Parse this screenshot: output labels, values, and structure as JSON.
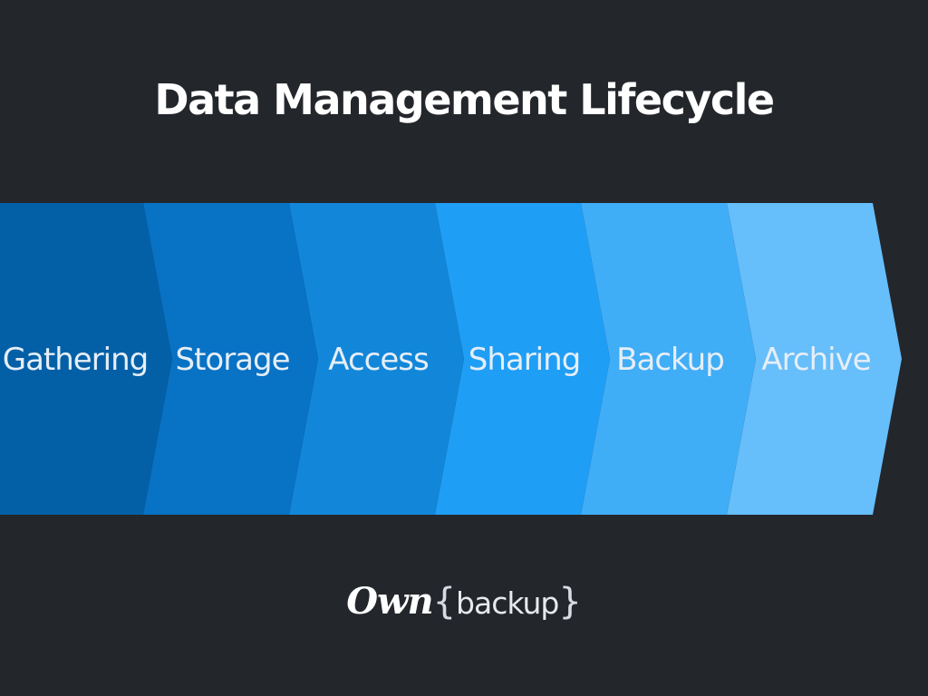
{
  "title": "Data Management Lifecycle",
  "stages": [
    {
      "label": "Gathering",
      "color": "#0360a7"
    },
    {
      "label": "Storage",
      "color": "#0872c5"
    },
    {
      "label": "Access",
      "color": "#1287da"
    },
    {
      "label": "Sharing",
      "color": "#1f9ef6"
    },
    {
      "label": "Backup",
      "color": "#40adf7"
    },
    {
      "label": "Archive",
      "color": "#66befa"
    }
  ],
  "logo": {
    "own": "Own",
    "open_brace": "{",
    "word": "backup",
    "close_brace": "}"
  }
}
